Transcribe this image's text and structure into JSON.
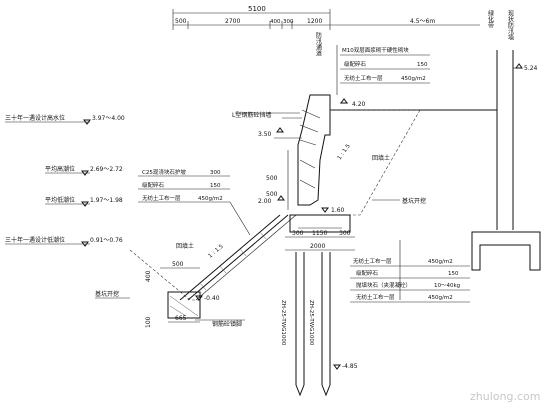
{
  "dims": {
    "total": "5100",
    "seg_500": "500",
    "seg_2700": "2700",
    "seg_400a": "400",
    "seg_300": "300",
    "seg_1200": "1200",
    "right_width": "4.5～6m",
    "bottom_300a": "300",
    "bottom_1150": "1150",
    "bottom_300b": "300",
    "bottom_2000": "2000",
    "left_500": "500",
    "left_400": "400",
    "left_100": "100",
    "left_665": "665",
    "mid_500": "500",
    "mid_500b": "500",
    "slope_ratio": "1 : 1.5"
  },
  "elevations": {
    "e_624": "5.24",
    "e_420": "4.20",
    "e_350": "3.50",
    "e_200": "2.00",
    "e_160": "1.60",
    "e_neg040": "-0.40",
    "e_neg485": "-4.85"
  },
  "left_labels": {
    "flood": "三十年一遇设计高水位",
    "flood_val": "3.97～4.00",
    "avg_high": "平均高潮位",
    "avg_high_val": "2.69～2.72",
    "avg_low": "平均低潮位",
    "avg_low_val": "1.97～1.98",
    "low_design": "三十年一遇设计低潮位",
    "low_design_val": "0.91～0.76"
  },
  "notes": {
    "cap_beam": "L型钢筋砼挡墙",
    "fill_soil_right": "回填土",
    "fill_soil_left": "回填土",
    "excavation_right": "基坑开挖",
    "excavation_left": "基坑开挖",
    "toe": "钢筋砼镇脚",
    "pile_left": "ZH-25-TWG1000",
    "pile_right": "ZH-25-TWG1000",
    "side_label_a": "防汛通道",
    "side_label_b": "绿化带",
    "side_label_c": "现状防汛墙"
  },
  "layers_top": [
    {
      "name": "M10双层面浆砌干硬性砌块",
      "value": ""
    },
    {
      "name": "级配碎石",
      "value": "150"
    },
    {
      "name": "无纺土工布一层",
      "value": "450g/m2"
    }
  ],
  "layers_slope": [
    {
      "name": "C25现浇块石护坡",
      "value": "300"
    },
    {
      "name": "级配碎石",
      "value": "150"
    },
    {
      "name": "无纺土工布一层",
      "value": "450g/m2"
    }
  ],
  "layers_bottom": [
    {
      "name": "无纺土工布一层",
      "value": "450g/m2"
    },
    {
      "name": "级配碎石",
      "value": "150"
    },
    {
      "name": "抛填块石（夹混凝砼）",
      "value": "10～40kg"
    },
    {
      "name": "无纺土工布一层",
      "value": "450g/m2"
    }
  ],
  "watermark": "zhulong.com"
}
